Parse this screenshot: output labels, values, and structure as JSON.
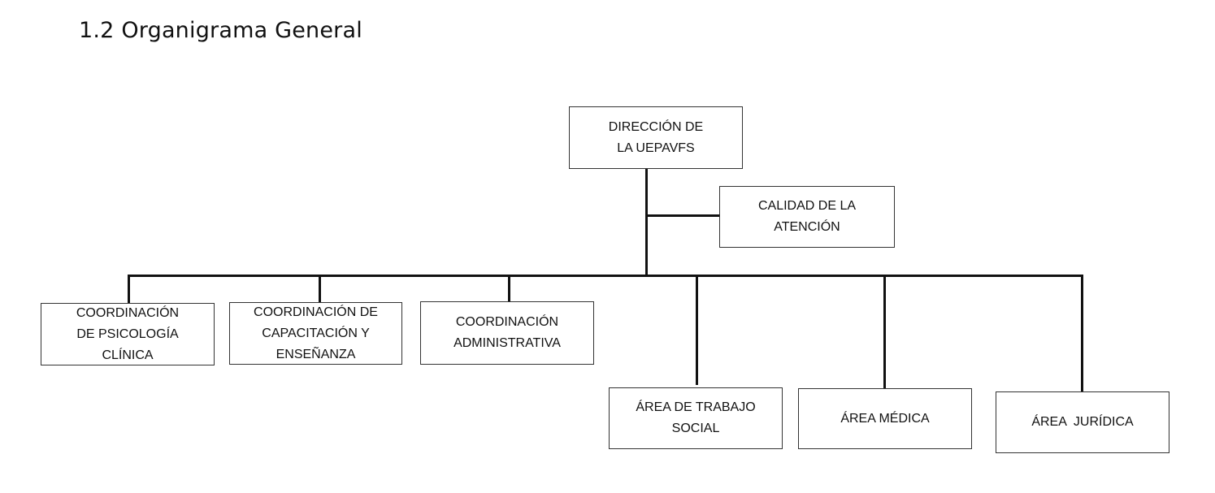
{
  "page": {
    "title": "1.2 Organigrama General"
  },
  "nodes": {
    "direccion": {
      "lines": [
        "DIRECCIÓN DE",
        "LA UEPAVFS"
      ]
    },
    "calidad": {
      "lines": [
        "CALIDAD DE LA",
        "ATENCIÓN"
      ]
    },
    "psicologia": {
      "lines": [
        "COORDINACIÓN",
        "DE PSICOLOGÍA",
        "CLÍNICA"
      ]
    },
    "capacitacion": {
      "lines": [
        "COORDINACIÓN DE",
        "CAPACITACIÓN Y",
        "ENSEÑANZA"
      ]
    },
    "administrativa": {
      "lines": [
        "COORDINACIÓN",
        "ADMINISTRATIVA"
      ]
    },
    "trabajo_social": {
      "lines": [
        "ÁREA DE TRABAJO",
        "SOCIAL"
      ]
    },
    "medica": {
      "lines": [
        "ÁREA MÉDICA"
      ]
    },
    "juridica": {
      "lines": [
        "ÁREA  JURÍDICA"
      ]
    }
  }
}
